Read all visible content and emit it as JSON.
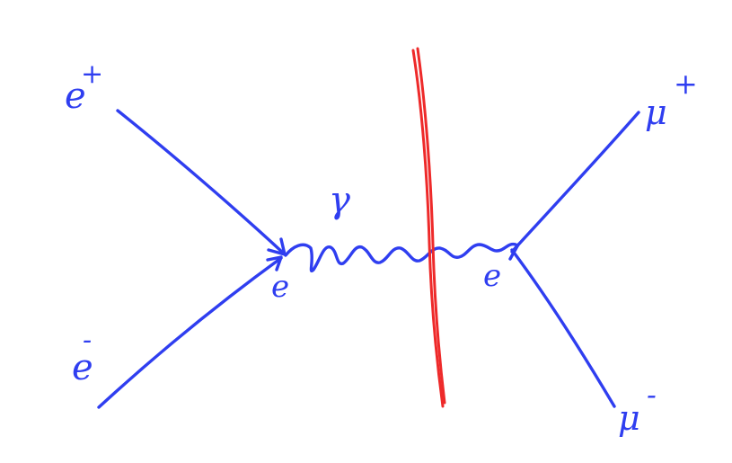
{
  "colors": {
    "ink": "#2f3ef0",
    "cut": "#ee2a2a",
    "background": "#ffffff"
  },
  "labels": {
    "positron_in": "e",
    "positron_in_charge": "+",
    "electron_in": "e",
    "electron_in_charge": "-",
    "vertex_left": "e",
    "photon": "γ",
    "vertex_right": "e",
    "muon_plus": "μ",
    "muon_plus_charge": "+",
    "muon_minus": "μ",
    "muon_minus_charge": "-"
  }
}
